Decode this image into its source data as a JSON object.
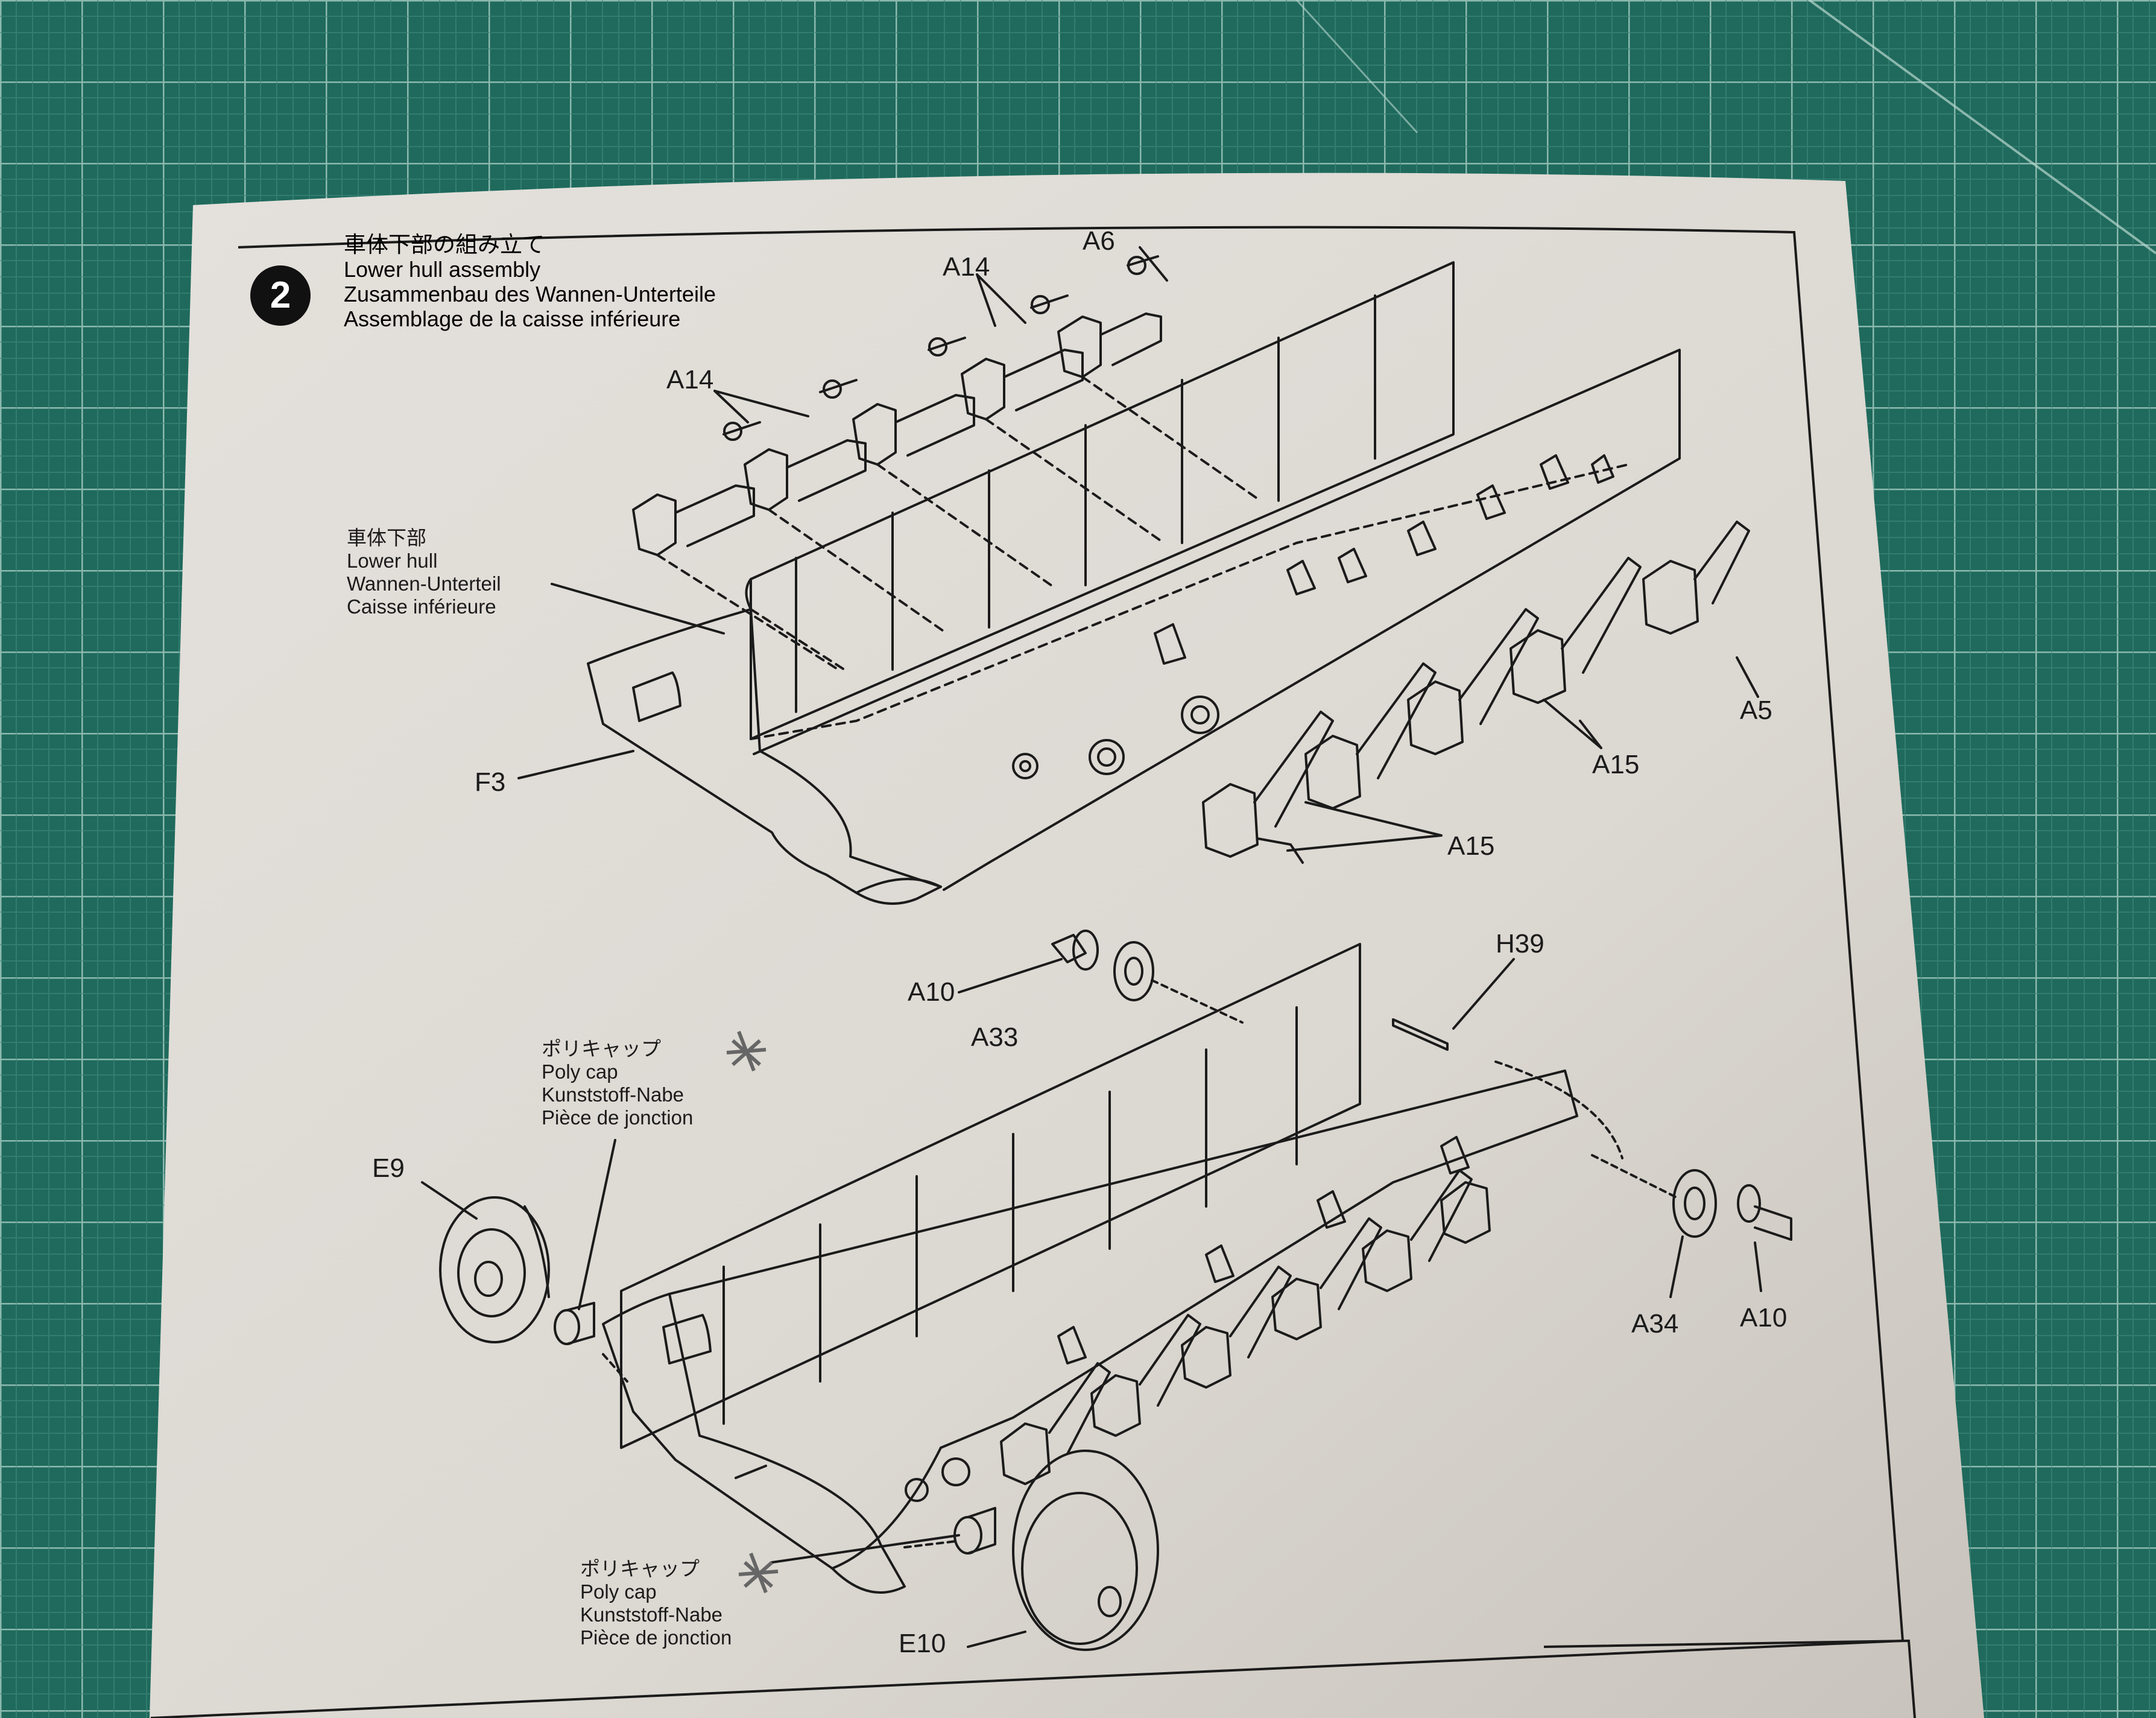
{
  "step": {
    "number": "2",
    "title_ja": "車体下部の組み立て",
    "title_en": "Lower hull assembly",
    "title_de": "Zusammenbau des Wannen-Unterteile",
    "title_fr": "Assemblage de la caisse inférieure"
  },
  "annotations": {
    "lower_hull": {
      "ja": "車体下部",
      "en": "Lower hull",
      "de": "Wannen-Unterteil",
      "fr": "Caisse inférieure"
    },
    "poly_cap": {
      "ja": "ポリキャップ",
      "en": "Poly cap",
      "de": "Kunststoff-Nabe",
      "fr": "Pièce de jonction"
    }
  },
  "parts": {
    "a6": "A6",
    "a14_upper": "A14",
    "a14_lower": "A14",
    "f3": "F3",
    "a5": "A5",
    "a15_upper": "A15",
    "a15_lower": "A15",
    "h39": "H39",
    "a10_left": "A10",
    "a33": "A33",
    "e9": "E9",
    "a34": "A34",
    "a10_right": "A10",
    "e10": "E10"
  },
  "colors": {
    "cutting_mat": "#1f6a5c",
    "mat_grid": "#9fc7bd",
    "paper": "#ddd9d3",
    "ink": "#1b1b1b"
  }
}
